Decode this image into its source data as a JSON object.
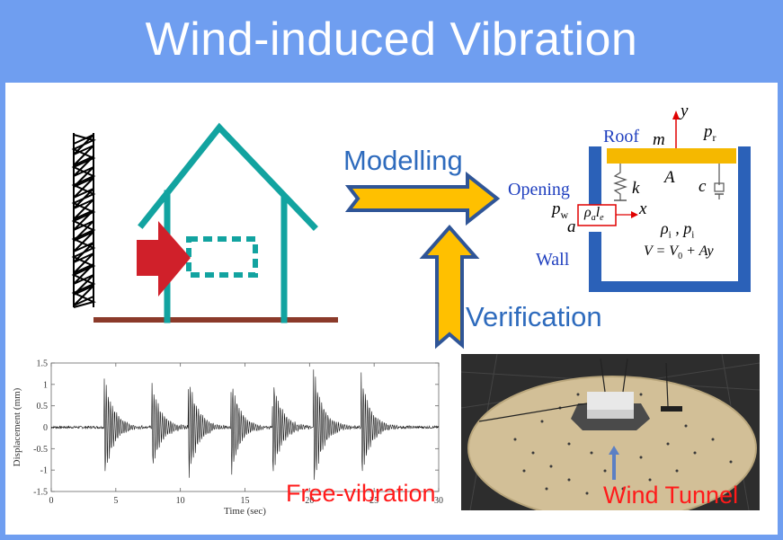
{
  "title": "Wind-induced Vibration",
  "labels": {
    "modelling": "Modelling",
    "verification": "Verification",
    "free_vibration": "Free-vibration",
    "wind_tunnel": "Wind Tunnel"
  },
  "model": {
    "roof": "Roof",
    "opening": "Opening",
    "wall": "Wall",
    "m": "m",
    "y": "y",
    "pr": "p",
    "pr_sub": "r",
    "A": "A",
    "k": "k",
    "c": "c",
    "pw": "p",
    "pw_sub": "w",
    "rho_l": "ρ",
    "rho_l_sub": "a",
    "l": "l",
    "l_sub": "e",
    "x": "x",
    "a": "a",
    "rho_i": "ρ",
    "rho_i_sub": "i",
    "sep": " , ",
    "p_i": "p",
    "p_i_sub": "i",
    "volume_eq": "V = V",
    "volume_eq_sub": "0",
    "volume_eq_tail": " + Ay"
  },
  "colors": {
    "frame": "#6f9ef0",
    "house": "#12a3a0",
    "arrow_gold": "#ffc000",
    "arrow_outline": "#2f5597",
    "wind_arrow": "#d0202a",
    "ground": "#8b3a2a",
    "roof_plate": "#f5b800",
    "wall_blue": "#2b61b8"
  },
  "chart_data": {
    "type": "line",
    "xlabel": "Time (sec)",
    "ylabel": "Displacement (mm)",
    "xlim": [
      0,
      30
    ],
    "ylim": [
      -1.5,
      1.5
    ],
    "xticks": [
      0,
      5,
      10,
      15,
      20,
      25,
      30
    ],
    "xtick_labels": [
      "0",
      "5",
      "10",
      "15",
      "20",
      "25",
      "30"
    ],
    "yticks": [
      1.5,
      1,
      0.5,
      0,
      -0.5,
      -1,
      -1.5
    ],
    "ytick_labels": [
      "1.5",
      "1",
      "0.5",
      "0",
      "-0.5",
      "-1",
      "-1.5"
    ],
    "grid": false,
    "impulses": [
      {
        "t": 4.1,
        "amp": 1.25
      },
      {
        "t": 7.8,
        "amp": 1.05
      },
      {
        "t": 10.6,
        "amp": 1.3
      },
      {
        "t": 13.9,
        "amp": 1.22
      },
      {
        "t": 17.1,
        "amp": 1.25
      },
      {
        "t": 20.3,
        "amp": 1.45
      },
      {
        "t": 24.0,
        "amp": 1.25
      }
    ]
  }
}
